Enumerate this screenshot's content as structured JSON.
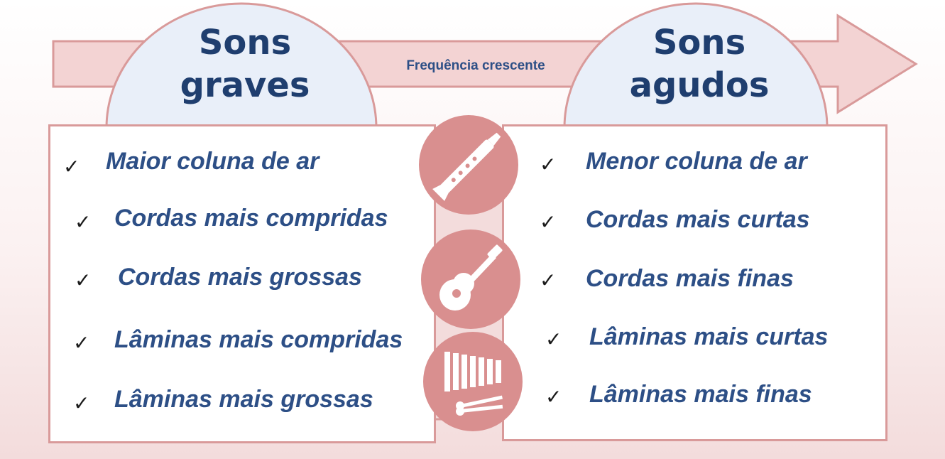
{
  "arrow": {
    "label": "Frequência crescente"
  },
  "left": {
    "title_line1": "Sons",
    "title_line2": "graves",
    "items": [
      "Maior coluna de ar",
      "Cordas mais compridas",
      "Cordas mais grossas",
      "Lâminas mais compridas",
      "Lâminas mais grossas"
    ]
  },
  "right": {
    "title_line1": "Sons",
    "title_line2": "agudos",
    "items": [
      "Menor coluna de ar",
      "Cordas mais curtas",
      "Cordas mais finas",
      "Lâminas mais curtas",
      "Lâminas mais finas"
    ]
  },
  "check_mark": "✓",
  "icons": [
    "clarinet-icon",
    "ukulele-icon",
    "xylophone-icon"
  ],
  "colors": {
    "accent": "#d98f8f",
    "arrow_fill": "#f3d3d3",
    "border": "#d99a9a",
    "dome_fill": "#e9eff9",
    "text": "#2d4f86",
    "heading": "#1f3e6f"
  }
}
